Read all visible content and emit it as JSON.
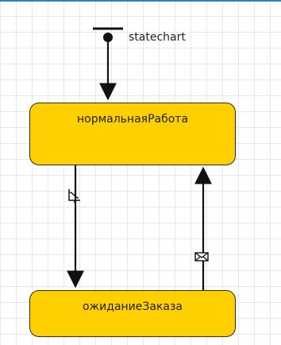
{
  "diagram": {
    "statechart_label": "statechart",
    "states": [
      {
        "label": "нормальнаяРабота"
      },
      {
        "label": "ожиданиеЗаказа"
      }
    ],
    "icons": [
      "initial-point-icon",
      "timer-transition-icon",
      "message-transition-icon"
    ],
    "colors": {
      "state_fill": "#ffd000",
      "state_border": "#2b2b2b",
      "transition_line": "#111111",
      "grid": "#e7e7e7",
      "top_bar": "#2d7fd3"
    }
  }
}
